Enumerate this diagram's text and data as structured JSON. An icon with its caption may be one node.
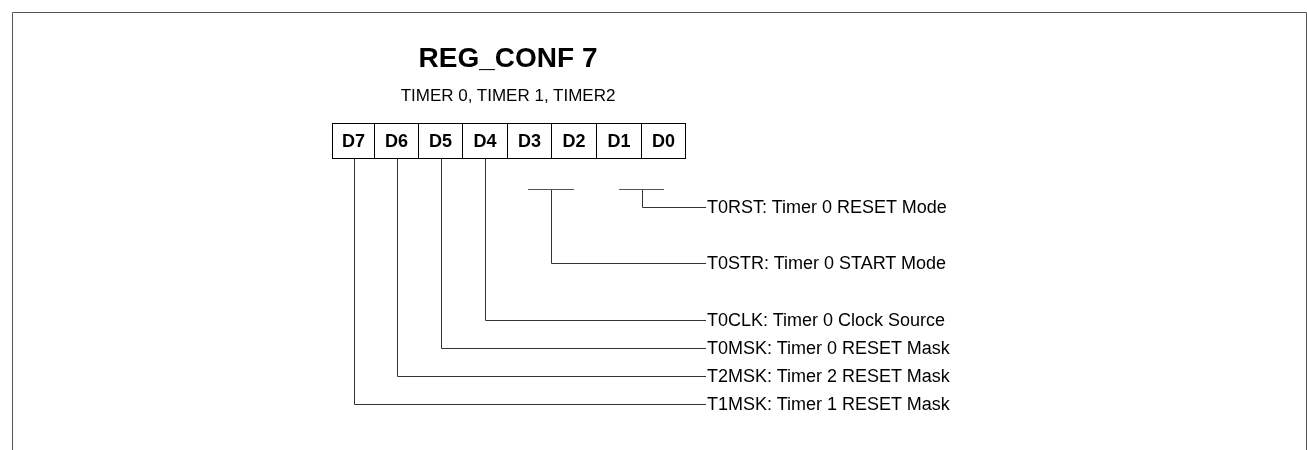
{
  "diagram": {
    "title": "REG_CONF 7",
    "nodes": [
      {
        "text": [
          "D7"
        ]
      },
      {
        "text": [
          "D6"
        ]
      },
      {
        "text": [
          "D5"
        ]
      },
      {
        "text": [
          "D4"
        ]
      },
      {
        "text": [
          "D3"
        ]
      },
      {
        "text": [
          "D2"
        ]
      },
      {
        "text": [
          "D1"
        ]
      },
      {
        "text": [
          "D0"
        ]
      },
      {
        "text": [],
        "shape": "bar"
      },
      {
        "text": [],
        "shape": "bar"
      },
      {
        "text": [
          "T0RST: Timer 0 RESET Mode"
        ]
      },
      {
        "text": [
          "T0STR: Timer 0 START Mode"
        ]
      },
      {
        "text": [
          "T0CLK: Timer 0 Clock Source"
        ]
      },
      {
        "text": [
          "T0MSK: Timer 0 RESET Mask"
        ]
      },
      {
        "text": [
          "T2MSK: Timer 2 RESET Mask"
        ]
      },
      {
        "text": [
          "T1MSK: Timer 1 RESET Mask"
        ]
      }
    ],
    "edges": [
      {
        "from": 10,
        "to": 9,
        "arrow": "none"
      },
      {
        "from": 11,
        "to": 8,
        "arrow": "none"
      },
      {
        "from": 12,
        "to": 3,
        "arrow": "none"
      },
      {
        "from": 13,
        "to": 2,
        "arrow": "none"
      },
      {
        "from": 14,
        "to": 1,
        "arrow": "none"
      },
      {
        "from": 15,
        "to": 0,
        "arrow": "none"
      }
    ],
    "labels": [
      "TIMER 0, TIMER 1, TIMER2"
    ]
  }
}
